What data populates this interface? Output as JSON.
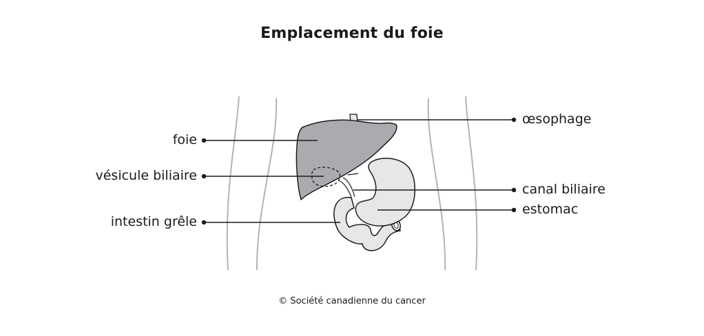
{
  "title": "Emplacement du foie",
  "labels": {
    "foie": "foie",
    "vesicule": "vésicule biliaire",
    "intestin": "intestin grêle",
    "oesophage": "œsophage",
    "canal": "canal biliaire",
    "estomac": "estomac"
  },
  "copyright": "© Société canadienne du cancer",
  "colors": {
    "liver": "#a9abae",
    "stomach": "#e6e7e8",
    "outline": "#1a1a1a",
    "body_contour": "#b3b3b3"
  }
}
